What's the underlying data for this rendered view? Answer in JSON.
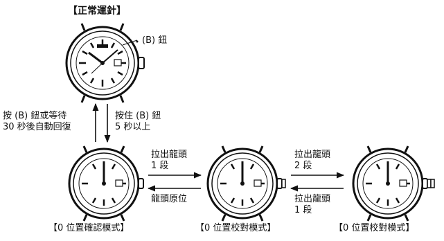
{
  "titles": {
    "normal": "【正常運針】",
    "confirm_mode": "【0 位置確認模式】",
    "adjust_mode_1": "【0 位置校對模式】",
    "adjust_mode_2": "【0 位置校對模式】"
  },
  "labels": {
    "b_button": "(B) 鈕",
    "return_left_1": "按 (B) 鈕或等待",
    "return_left_2": "30 秒後自動回復",
    "hold_right_1": "按住 (B) 鈕",
    "hold_right_2": "5 秒以上",
    "pull1_a": "拉出龍頭",
    "pull1_b": "1 段",
    "crown_home": "龍頭原位",
    "pull2_a": "拉出龍頭",
    "pull2_b": "2 段",
    "back1_a": "拉出龍頭",
    "back1_b": "1 段"
  }
}
